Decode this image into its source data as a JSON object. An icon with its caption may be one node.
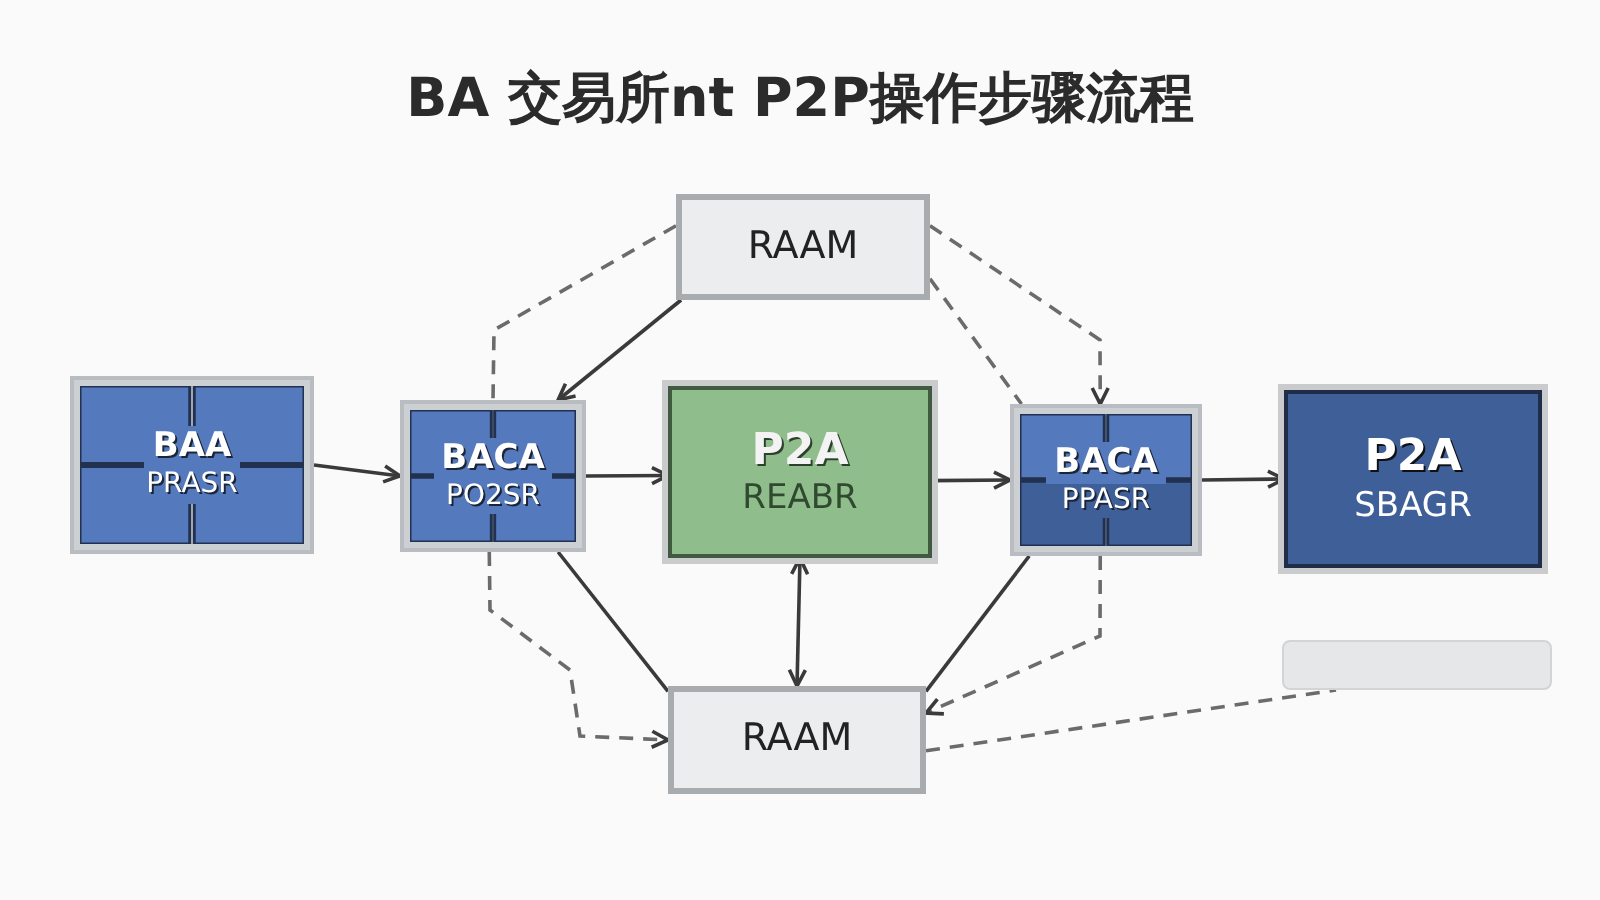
{
  "diagram": {
    "title": "BA 交易所nt P2P操作步骤流程",
    "nodes": [
      {
        "text": [
          "BAA",
          "PRASR"
        ]
      },
      {
        "text": [
          "BACA",
          "PO2SR"
        ]
      },
      {
        "text": [
          "RAAM"
        ]
      },
      {
        "text": [
          "P2A",
          "REABR"
        ]
      },
      {
        "text": [
          "BACA",
          "PPASR"
        ]
      },
      {
        "text": [
          "P2A",
          "SBAGR"
        ]
      },
      {
        "text": [
          "RAAM"
        ]
      },
      {
        "text": [],
        "shape": "bar"
      }
    ],
    "edges": [
      {
        "from": 0,
        "to": 1,
        "arrow": "to"
      },
      {
        "from": 1,
        "to": 3,
        "arrow": "to"
      },
      {
        "from": 3,
        "to": 4,
        "arrow": "to"
      },
      {
        "from": 4,
        "to": 5,
        "arrow": "to"
      },
      {
        "from": 2,
        "to": 1,
        "arrow": "to"
      },
      {
        "from": 2,
        "to": 1,
        "arrow": "none",
        "style": "dashed"
      },
      {
        "from": 2,
        "to": 4,
        "arrow": "to",
        "style": "dashed"
      },
      {
        "from": 2,
        "to": 4,
        "arrow": "none",
        "style": "dashed"
      },
      {
        "from": 3,
        "to": 6,
        "arrow": "both"
      },
      {
        "from": 1,
        "to": 6,
        "arrow": "none"
      },
      {
        "from": 4,
        "to": 6,
        "arrow": "none"
      },
      {
        "from": 1,
        "to": 6,
        "arrow": "to",
        "style": "dashed"
      },
      {
        "from": 4,
        "to": 6,
        "arrow": "to",
        "style": "dashed"
      },
      {
        "from": 6,
        "to": 7,
        "arrow": "none",
        "style": "dashed"
      }
    ]
  }
}
